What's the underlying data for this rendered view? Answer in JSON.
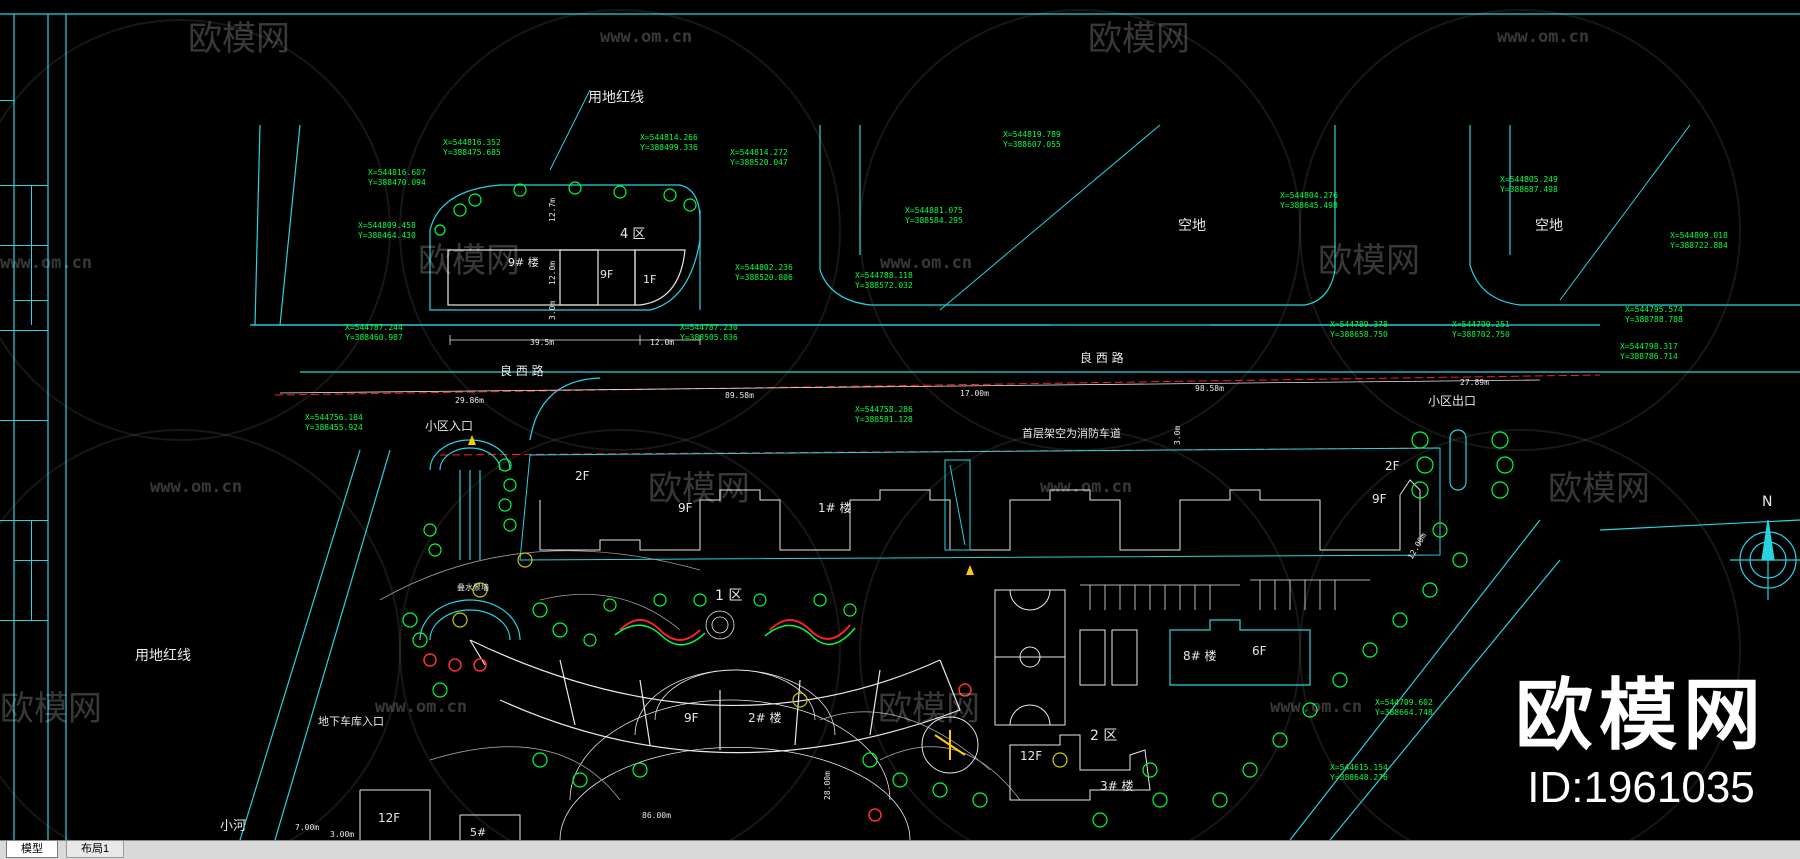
{
  "drawing": {
    "labels": {
      "red_line_top": "用地红线",
      "red_line_left": "用地红线",
      "empty_land_1": "空地",
      "empty_land_2": "空地",
      "road_top": "良 西 路",
      "road_main": "良 西 路",
      "zone_4": "4 区",
      "zone_1": "1 区",
      "zone_2": "2 区",
      "entrance": "小区入口",
      "exit": "小区出口",
      "garage_entrance": "地下车库入口",
      "river": "小河",
      "firelane_note": "首层架空为消防车道",
      "floor_9f_a": "9F",
      "floor_1f": "1F",
      "floor_2f_a": "2F",
      "floor_9f_b": "9F",
      "floor_2f_b": "2F",
      "floor_9f_c": "9F",
      "floor_6f": "6F",
      "floor_12f_a": "12F",
      "floor_12f_b": "12F",
      "floor_9f_d": "9F",
      "bldg_1": "1# 楼",
      "bldg_2": "2# 楼",
      "bldg_3": "3# 楼",
      "bldg_4": "9# 楼",
      "bldg_5": "5#",
      "bldg_8": "8# 楼",
      "water_feature": "叠水景墙",
      "north": "N"
    },
    "coordinates": [
      "X=544816.352",
      "Y=388475.685",
      "X=544814.266",
      "Y=388499.336",
      "X=544816.607",
      "Y=388470.094",
      "X=544814.272",
      "Y=388520.047",
      "X=544809.458",
      "Y=388464.430",
      "X=544802.236",
      "Y=388520.806",
      "X=544787.244",
      "Y=388460.987",
      "X=544787.230",
      "Y=388505.836",
      "X=544819.789",
      "Y=388607.055",
      "X=544881.075",
      "Y=388584.295",
      "X=544788.118",
      "Y=388572.032",
      "X=544804.276",
      "Y=388645.498",
      "X=544789.378",
      "Y=388658.750",
      "X=544805.249",
      "Y=388687.498",
      "X=544809.018",
      "Y=388722.884",
      "X=544790.251",
      "Y=388702.750",
      "X=544795.574",
      "Y=388788.788",
      "X=544798.317",
      "Y=388786.714",
      "X=544758.286",
      "Y=388581.128",
      "X=544756.184",
      "Y=388455.924",
      "X=544709.602",
      "Y=388664.748",
      "X=544615.154",
      "Y=388648.276"
    ],
    "dimensions": {
      "d_12_7": "12.7m",
      "d_12_0a": "12.0m",
      "d_3_0": "3.0m",
      "d_39_5": "39.5m",
      "d_12_0b": "12.0m",
      "d_29_86": "29.86m",
      "d_89_58": "89.58m",
      "d_17_00": "17.00m",
      "d_98_58": "98.58m",
      "d_27_89": "27.89m",
      "d_3_0b": "3.0m",
      "d_86_00": "86.00m",
      "d_28_00": "28.00m",
      "d_7_00": "7.00m",
      "d_3_00": "3.00m",
      "d_12_00": "12.00m"
    }
  },
  "watermarks": {
    "logo_text": "欧模网",
    "url_text": "www.om.cn"
  },
  "brand": {
    "title": "欧模网",
    "id": "ID:1961035"
  },
  "tabs": {
    "model": "模型",
    "layout1": "布局1"
  }
}
